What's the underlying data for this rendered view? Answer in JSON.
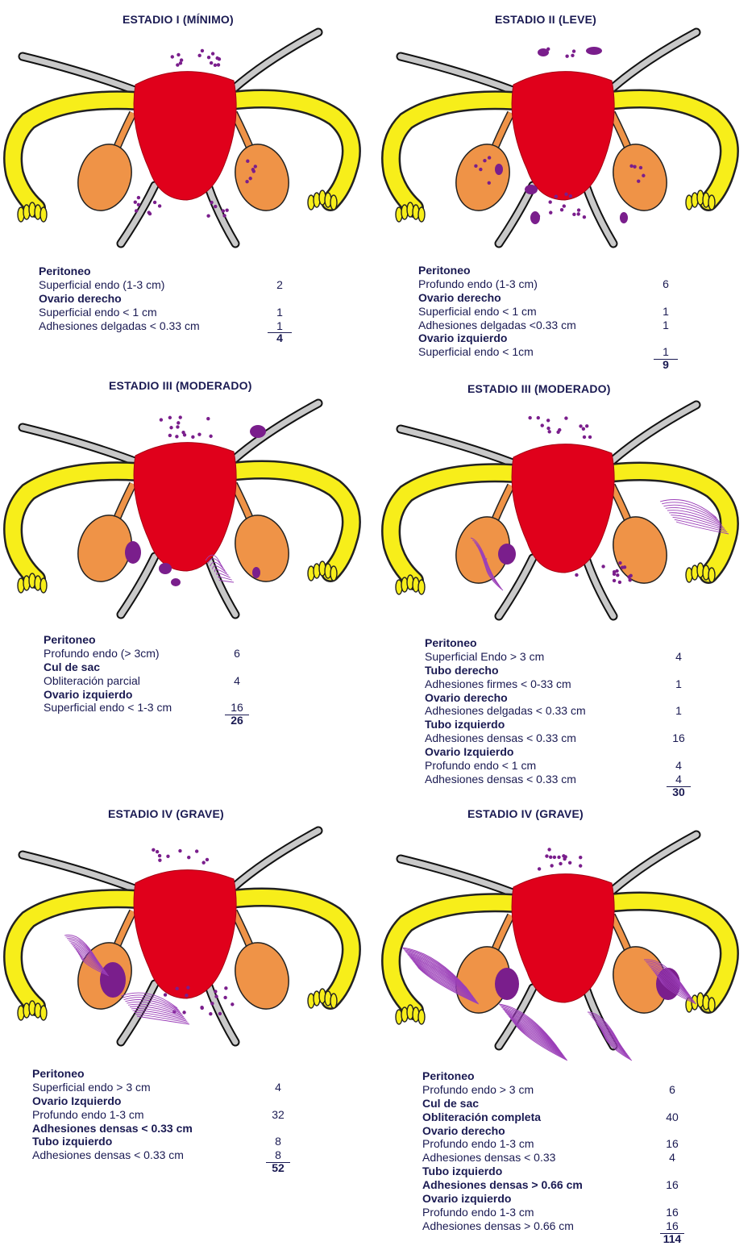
{
  "colors": {
    "uterus": "#e0001b",
    "tube": "#f7ee1a",
    "ovary": "#ef9347",
    "ligament": "#c9c9c9",
    "implant": "#7a1e8c",
    "adhesion": "#9b3fb8",
    "text": "#1a1a52"
  },
  "panels": [
    {
      "title": "ESTADIO I (MÍNIMO)",
      "rows": [
        {
          "label": "Peritoneo",
          "value": "",
          "type": "head"
        },
        {
          "label": "Superficial endo (1-3 cm)",
          "value": "2",
          "type": "item"
        },
        {
          "label": "Ovario derecho",
          "value": "",
          "type": "head"
        },
        {
          "label": "Superficial endo < 1 cm",
          "value": "1",
          "type": "item"
        },
        {
          "label": "Adhesiones delgadas  < 0.33 cm",
          "value": "1",
          "type": "item"
        }
      ],
      "total": "4"
    },
    {
      "title": "ESTADIO II (LEVE)",
      "rows": [
        {
          "label": "Peritoneo",
          "value": "",
          "type": "head"
        },
        {
          "label": "Profundo endo (1-3 cm)",
          "value": "6",
          "type": "item"
        },
        {
          "label": "Ovario derecho",
          "value": "",
          "type": "head"
        },
        {
          "label": "Superficial endo < 1 cm",
          "value": "1",
          "type": "item"
        },
        {
          "label": "Adhesiones delgadas <0.33 cm",
          "value": "1",
          "type": "item"
        },
        {
          "label": "Ovario izquierdo",
          "value": "",
          "type": "head"
        },
        {
          "label": "Superficial endo  < 1cm",
          "value": "1",
          "type": "item"
        }
      ],
      "total": "9"
    },
    {
      "title": "ESTADIO III (MODERADO)",
      "rows": [
        {
          "label": "Peritoneo",
          "value": "",
          "type": "head"
        },
        {
          "label": "Profundo endo (> 3cm)",
          "value": "6",
          "type": "item"
        },
        {
          "label": "Cul de sac",
          "value": "",
          "type": "head"
        },
        {
          "label": "Obliteración parcial",
          "value": "4",
          "type": "item"
        },
        {
          "label": "Ovario izquierdo",
          "value": "",
          "type": "head"
        },
        {
          "label": "Superficial endo  < 1-3 cm",
          "value": "16",
          "type": "item"
        }
      ],
      "total": "26"
    },
    {
      "title": "ESTADIO III (MODERADO)",
      "rows": [
        {
          "label": "Peritoneo",
          "value": "",
          "type": "head"
        },
        {
          "label": "Superficial Endo  >  3 cm",
          "value": "4",
          "type": "item"
        },
        {
          "label": "Tubo derecho",
          "value": "",
          "type": "head"
        },
        {
          "label": "Adhesiones firmes < 0-33 cm",
          "value": "1",
          "type": "item"
        },
        {
          "label": "Ovario derecho",
          "value": "",
          "type": "head"
        },
        {
          "label": "Adhesiones delgadas < 0.33 cm",
          "value": "1",
          "type": "item"
        },
        {
          "label": "Tubo izquierdo",
          "value": "",
          "type": "head"
        },
        {
          "label": "Adhesiones densas < 0.33 cm",
          "value": "16",
          "type": "item"
        },
        {
          "label": "Ovario Izquierdo",
          "value": "",
          "type": "head"
        },
        {
          "label": "Profundo endo    < 1 cm",
          "value": "4",
          "type": "item"
        },
        {
          "label": "Adhesiones densas < 0.33 cm",
          "value": "4",
          "type": "item"
        }
      ],
      "total": "30"
    },
    {
      "title": "ESTADIO IV (GRAVE)",
      "rows": [
        {
          "label": "Peritoneo",
          "value": "",
          "type": "head"
        },
        {
          "label": "Superficial endo  > 3 cm",
          "value": "4",
          "type": "item"
        },
        {
          "label": "Ovario Izquierdo",
          "value": "",
          "type": "head"
        },
        {
          "label": "Profundo endo  1-3 cm",
          "value": "32",
          "type": "item"
        },
        {
          "label": "Adhesiones densas < 0.33 cm",
          "value": "",
          "type": "head"
        },
        {
          "label": "Tubo izquierdo",
          "value": "8",
          "type": "head"
        },
        {
          "label": "Adhesiones densas < 0.33 cm",
          "value": "8",
          "type": "item"
        }
      ],
      "total": "52"
    },
    {
      "title": "ESTADIO IV (GRAVE)",
      "rows": [
        {
          "label": "Peritoneo",
          "value": "",
          "type": "head"
        },
        {
          "label": "Profundo endo > 3 cm",
          "value": "6",
          "type": "item"
        },
        {
          "label": "Cul de sac",
          "value": "",
          "type": "head"
        },
        {
          "label": "Obliteración completa",
          "value": "40",
          "type": "head"
        },
        {
          "label": "Ovario derecho",
          "value": "",
          "type": "head"
        },
        {
          "label": "Profundo endo 1-3 cm",
          "value": "16",
          "type": "item"
        },
        {
          "label": "Adhesiones densas < 0.33",
          "value": "4",
          "type": "item"
        },
        {
          "label": "Tubo izquierdo",
          "value": "",
          "type": "head"
        },
        {
          "label": "Adhesiones densas > 0.66 cm",
          "value": "16",
          "type": "head"
        },
        {
          "label": "Ovario izquierdo",
          "value": "",
          "type": "head"
        },
        {
          "label": "Profundo endo  1-3 cm",
          "value": "16",
          "type": "item"
        },
        {
          "label": "Adhesiones densas > 0.66 cm",
          "value": "16",
          "type": "item"
        }
      ],
      "total": "114"
    }
  ]
}
